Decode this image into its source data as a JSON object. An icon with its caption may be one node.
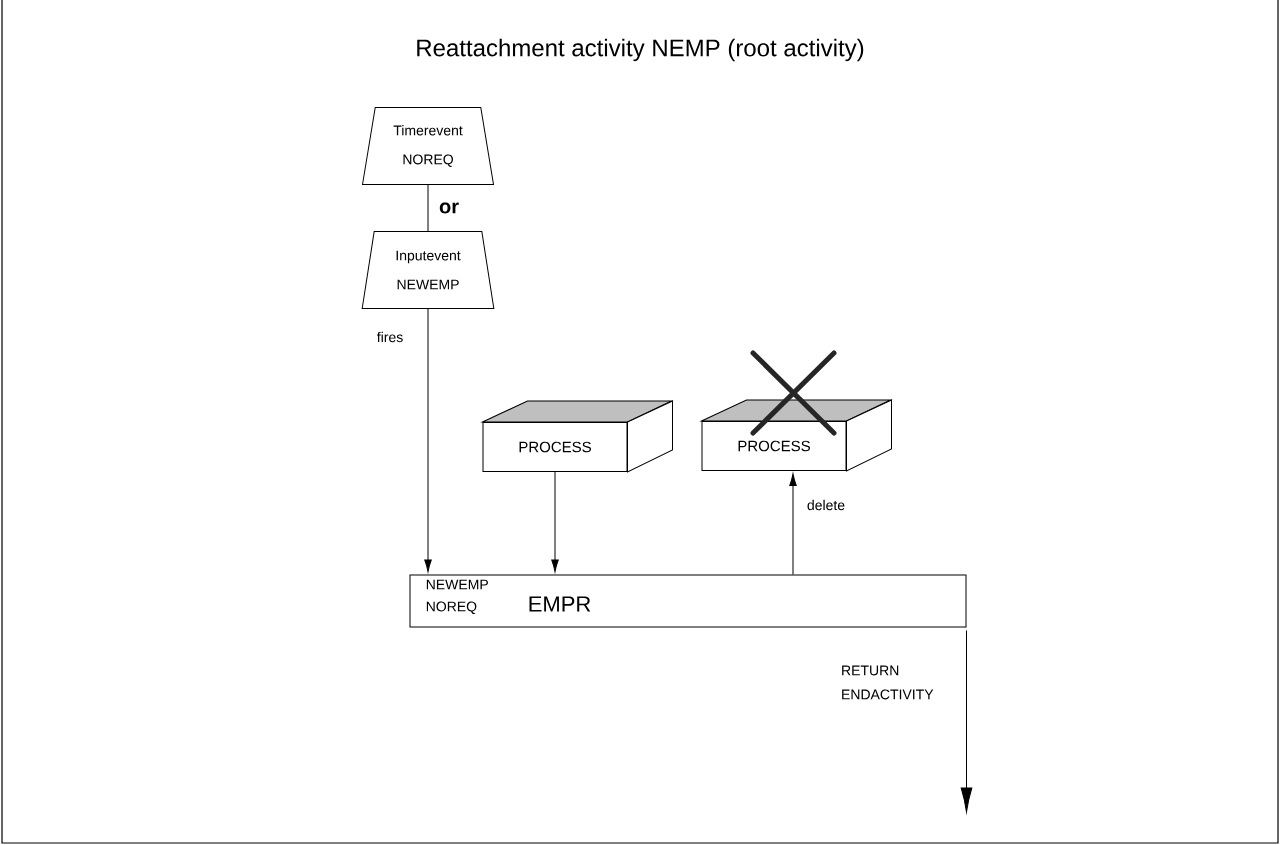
{
  "diagram": {
    "title": "Reattachment activity NEMP (root activity)",
    "nodes": [
      {
        "text": [
          "Timerevent NOREQ"
        ]
      },
      {
        "text": [
          "Inputevent NEWEMP"
        ]
      },
      {
        "text": [
          "PROCESS"
        ]
      },
      {
        "text": [
          "PROCESS"
        ]
      },
      {
        "text": [
          "NEWEMP NOREQ",
          "EMPR"
        ]
      }
    ],
    "edges": [
      {
        "from": 0,
        "to": 1,
        "arrow": "none",
        "label": "or"
      },
      {
        "from": 1,
        "to": 4,
        "arrow": "to",
        "label": "fires"
      },
      {
        "from": 2,
        "to": 4,
        "arrow": "to"
      },
      {
        "from": 4,
        "to": 3,
        "arrow": "to",
        "label": "delete"
      },
      {
        "from": 4,
        "to": null,
        "arrow": "to",
        "label": "RETURN ENDACTIVITY"
      }
    ]
  }
}
